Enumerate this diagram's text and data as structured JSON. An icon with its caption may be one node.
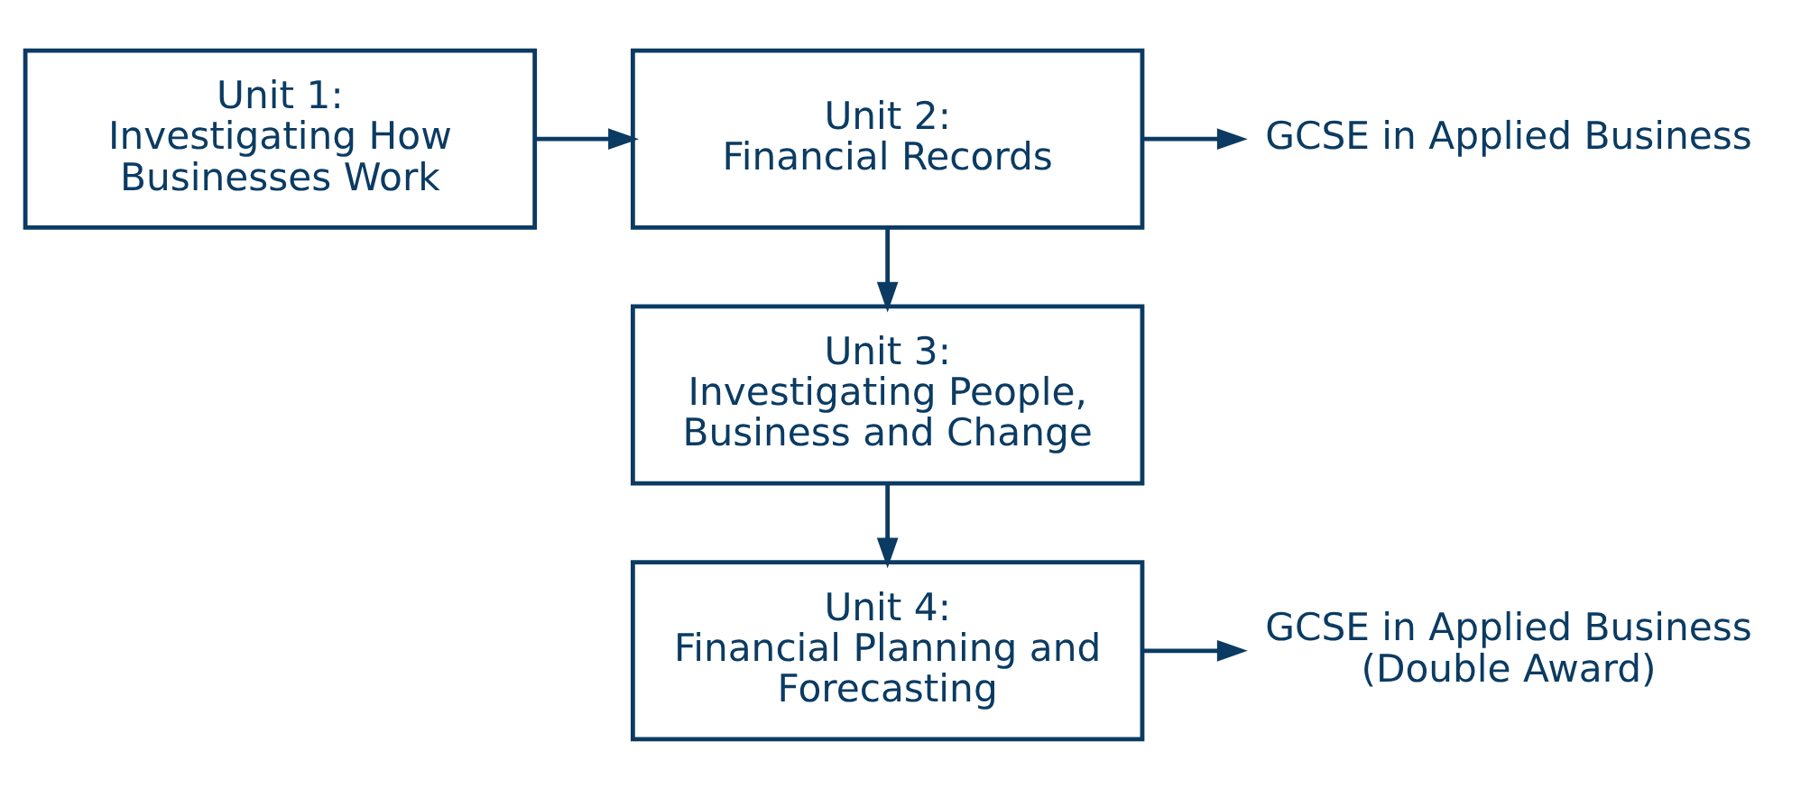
{
  "diagram": {
    "nodes": [
      {
        "text": [
          "Unit 1:",
          "Investigating How Businesses Work"
        ]
      },
      {
        "text": [
          "Unit 2:",
          "Financial Records"
        ]
      },
      {
        "text": [
          "GCSE in Applied Business"
        ]
      },
      {
        "text": [
          "Unit 3:",
          "Investigating People, Business and Change"
        ]
      },
      {
        "text": [
          "Unit 4:",
          "Financial Planning and Forecasting"
        ]
      },
      {
        "text": [
          "GCSE in Applied Business (Double Award)"
        ]
      }
    ],
    "edges": [
      {
        "from": 0,
        "to": 1,
        "arrow": "to"
      },
      {
        "from": 1,
        "to": 2,
        "arrow": "to"
      },
      {
        "from": 1,
        "to": 3,
        "arrow": "to"
      },
      {
        "from": 3,
        "to": 4,
        "arrow": "to"
      },
      {
        "from": 4,
        "to": 5,
        "arrow": "to"
      }
    ]
  }
}
